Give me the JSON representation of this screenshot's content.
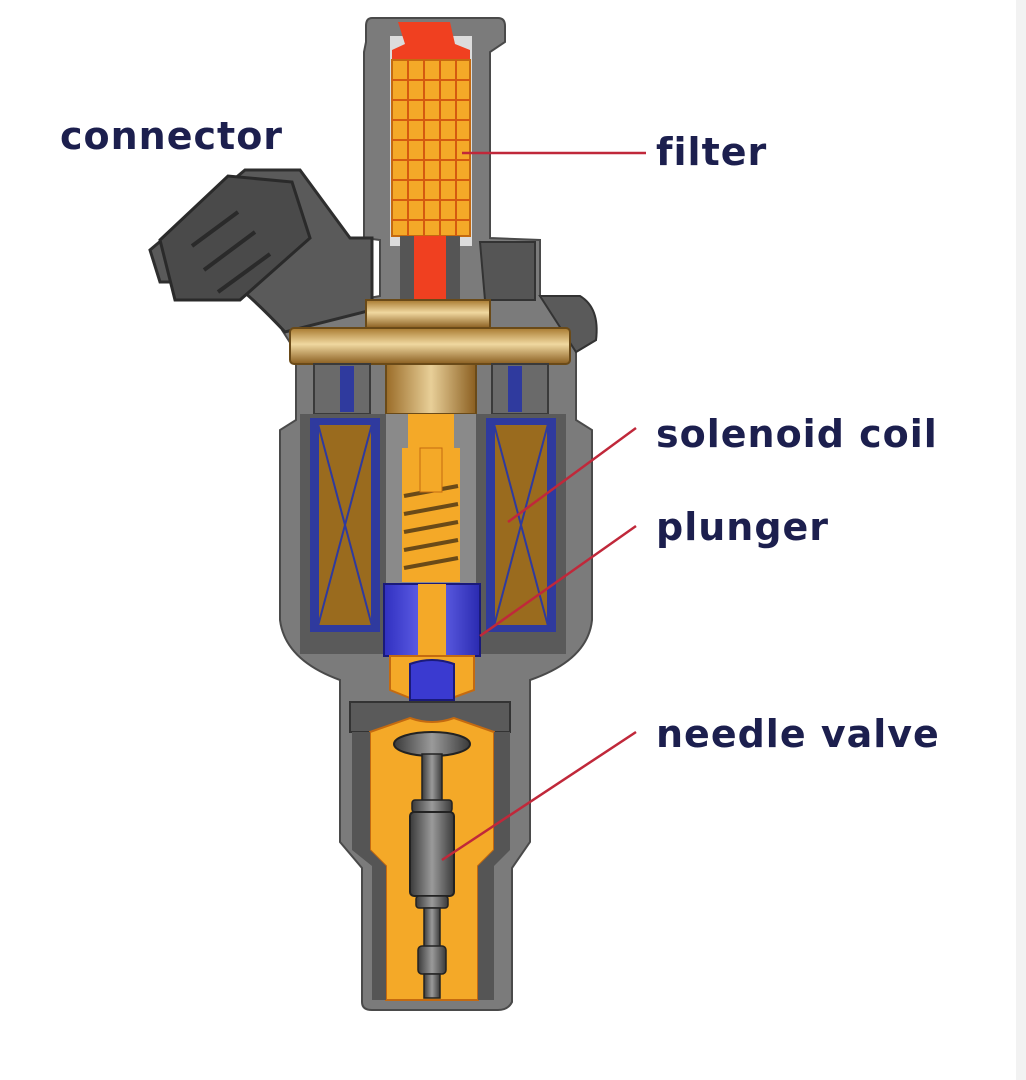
{
  "labels": {
    "connector": "connector",
    "filter": "filter",
    "solenoid_coil": "solenoid coil",
    "plunger": "plunger",
    "needle_valve": "needle valve"
  },
  "colors": {
    "body_gray": "#7b7b7b",
    "body_dark": "#3e3e3e",
    "fuel_orange": "#f4a928",
    "filter_red": "#f04020",
    "coil_brown": "#9a6b1e",
    "coil_blue": "#2f3a9e",
    "plunger_blue": "#3a3ad0",
    "brass": "#c79a4a",
    "leader_line": "#c0283a",
    "label_text": "#1c1f4e"
  }
}
